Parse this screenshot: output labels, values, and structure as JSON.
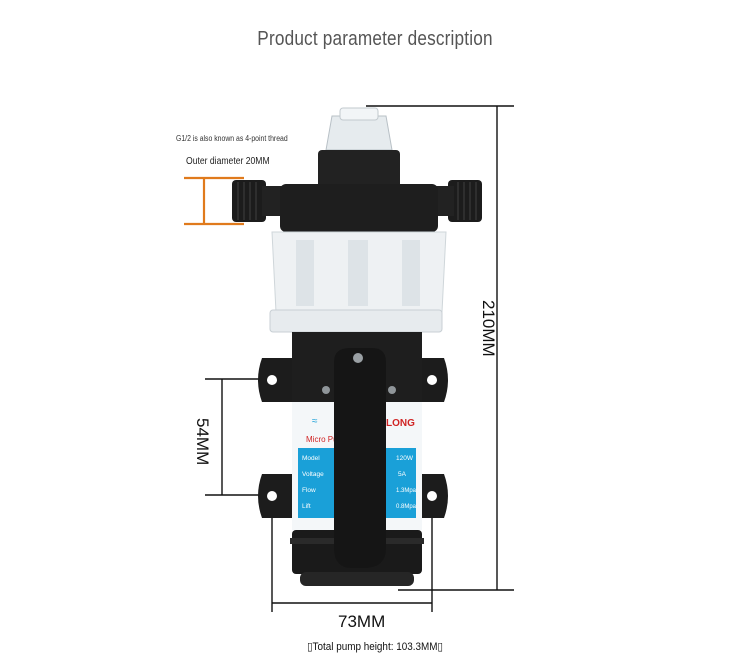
{
  "page": {
    "title": "Product parameter description",
    "thread_note": "G1/2 is also known as 4-point thread",
    "outer_diameter": "Outer diameter 20MM",
    "height_dim": "210MM",
    "hole_spacing_dim": "54MM",
    "width_dim": "73MM",
    "footnote": "▯Total pump height: 103.3MM▯"
  },
  "label": {
    "brand": "LONG",
    "subtitle": "Micro Pump",
    "rows": [
      {
        "k": "Model",
        "v": "120W"
      },
      {
        "k": "Voltage",
        "v": "5A"
      },
      {
        "k": "Flow",
        "v": "1.3Mpa"
      },
      {
        "k": "Lift",
        "v": "0.8Mpa"
      }
    ]
  },
  "colors": {
    "accent_orange": "#e07a1c",
    "pump_black": "#1a1a1a",
    "housing_white": "#eef1f3",
    "label_blue": "#1aa0d8"
  }
}
